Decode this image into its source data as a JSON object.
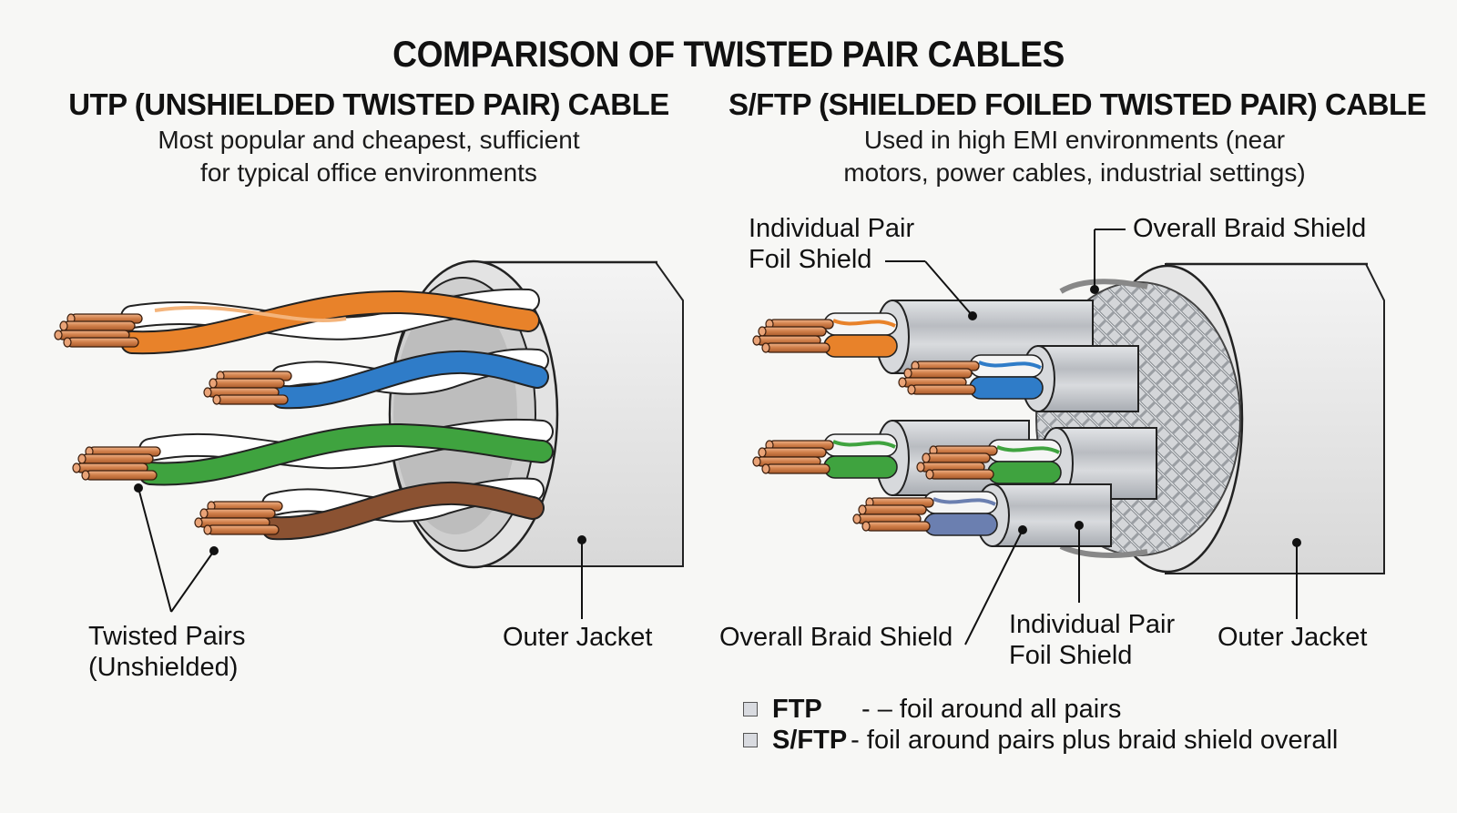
{
  "title": "COMPARISON OF TWISTED PAIR CABLES",
  "utp": {
    "heading": "UTP (UNSHIELDED TWISTED PAIR) CABLE",
    "description_line1": "Most popular and cheapest, sufficient",
    "description_line2": "for typical office environments",
    "labels": {
      "twisted_pairs_line1": "Twisted Pairs",
      "twisted_pairs_line2": "(Unshielded)",
      "outer_jacket": "Outer Jacket"
    },
    "pairs": [
      {
        "name": "orange",
        "color": "#e8822a"
      },
      {
        "name": "blue",
        "color": "#2f7cc8"
      },
      {
        "name": "green",
        "color": "#3fa33f"
      },
      {
        "name": "brown",
        "color": "#8b5232"
      }
    ]
  },
  "sftp": {
    "heading": "S/FTP (SHIELDED FOILED TWISTED PAIR) CABLE",
    "description_line1": "Used in high EMI environments (near",
    "description_line2": "motors, power cables, industrial settings)",
    "labels": {
      "top_foil_line1": "Individual Pair",
      "top_foil_line2": "Foil Shield",
      "top_braid": "Overall Braid Shield",
      "bottom_braid": "Overall Braid Shield",
      "bottom_foil_line1": "Individual Pair",
      "bottom_foil_line2": "Foil Shield",
      "outer_jacket": "Outer Jacket"
    },
    "pairs": [
      {
        "name": "orange",
        "color": "#e8822a"
      },
      {
        "name": "blue",
        "color": "#2f7cc8"
      },
      {
        "name": "green",
        "color": "#3fa33f"
      },
      {
        "name": "green-2",
        "color": "#3fa33f"
      },
      {
        "name": "slate",
        "color": "#6b7fb0"
      }
    ]
  },
  "legend": [
    {
      "key": "FTP",
      "text": "- – foil around all pairs"
    },
    {
      "key": "S/FTP",
      "text": "- foil around pairs plus braid shield overall"
    }
  ],
  "colors": {
    "copper": "#c8733f",
    "copper_light": "#e9a377",
    "jacket": "#ececec",
    "foil": "#c4c7cb",
    "braid": "#9a9da2"
  }
}
